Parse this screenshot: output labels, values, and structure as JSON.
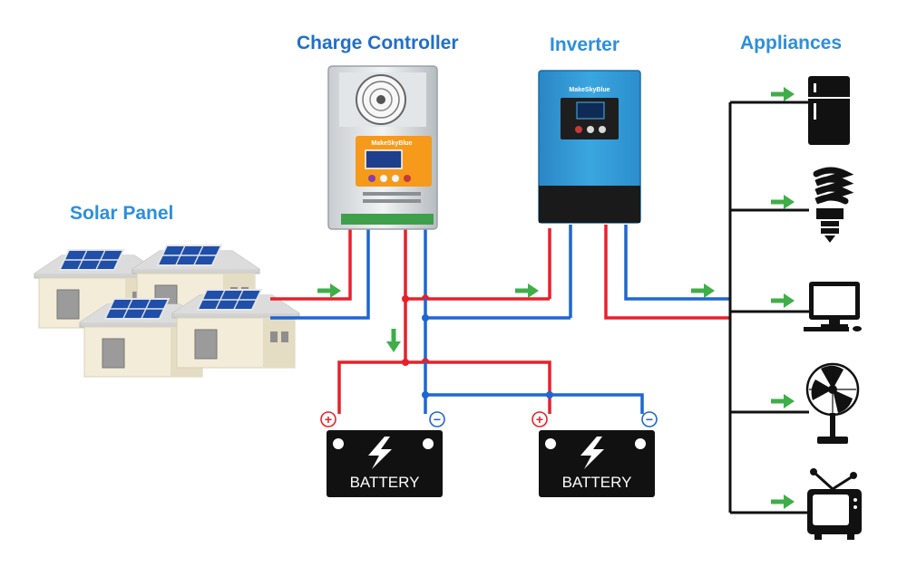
{
  "labels": {
    "charge_controller": "Charge Controller",
    "inverter": "Inverter",
    "appliances": "Appliances",
    "solar_panel": "Solar Panel"
  },
  "battery_label": "BATTERY",
  "brand": "MakeSkyBlue",
  "terminals": {
    "positive": "+",
    "negative": "−"
  },
  "colors": {
    "positive_wire": "#e8202a",
    "negative_wire": "#1f66d1",
    "ac_wire": "#111111",
    "flow_arrow": "#3fae49",
    "label_blue": "#2d8fdc",
    "controller_orange": "#f59a1b",
    "inverter_blue": "#2f9bd6"
  },
  "appliances": [
    "refrigerator-icon",
    "bulb-icon",
    "computer-icon",
    "fan-icon",
    "tv-icon"
  ]
}
